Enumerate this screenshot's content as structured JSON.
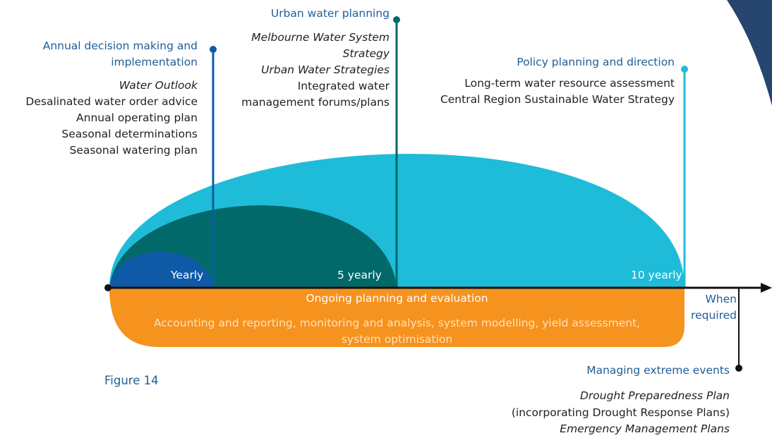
{
  "colors": {
    "outer_dome": "#1fbcd9",
    "mid_dome": "#02696a",
    "inner_dome": "#0e5aa7",
    "ongoing_band": "#f6921e",
    "heading_blue": "#1f5d99",
    "axis": "#111111",
    "corner_decoration": "#27466f"
  },
  "annual": {
    "heading_line1": "Annual decision making and",
    "heading_line2": "implementation",
    "items": [
      "Water Outlook",
      "Desalinated water order advice",
      "Annual operating plan",
      "Seasonal determinations",
      "Seasonal watering plan"
    ]
  },
  "urban": {
    "heading": "Urban water planning",
    "items": [
      "Melbourne Water System",
      "Strategy",
      "Urban Water Strategies",
      "Integrated water",
      "management forums/plans"
    ]
  },
  "policy": {
    "heading": "Policy planning and direction",
    "items": [
      "Long-term water resource assessment",
      "Central Region Sustainable Water Strategy"
    ]
  },
  "frequencies": {
    "yearly": "Yearly",
    "five_yearly": "5 yearly",
    "ten_yearly": "10 yearly"
  },
  "ongoing": {
    "heading": "Ongoing planning and evaluation",
    "detail_line1": "Accounting and reporting, monitoring and analysis, system modelling, yield assessment,",
    "detail_line2": "system optimisation"
  },
  "when_required": {
    "line1": "When",
    "line2": "required"
  },
  "figure_label": "Figure 14",
  "extreme": {
    "heading": "Managing extreme events",
    "items": [
      "Drought Preparedness Plan",
      "(incorporating Drought Response Plans)",
      "Emergency Management Plans"
    ]
  }
}
